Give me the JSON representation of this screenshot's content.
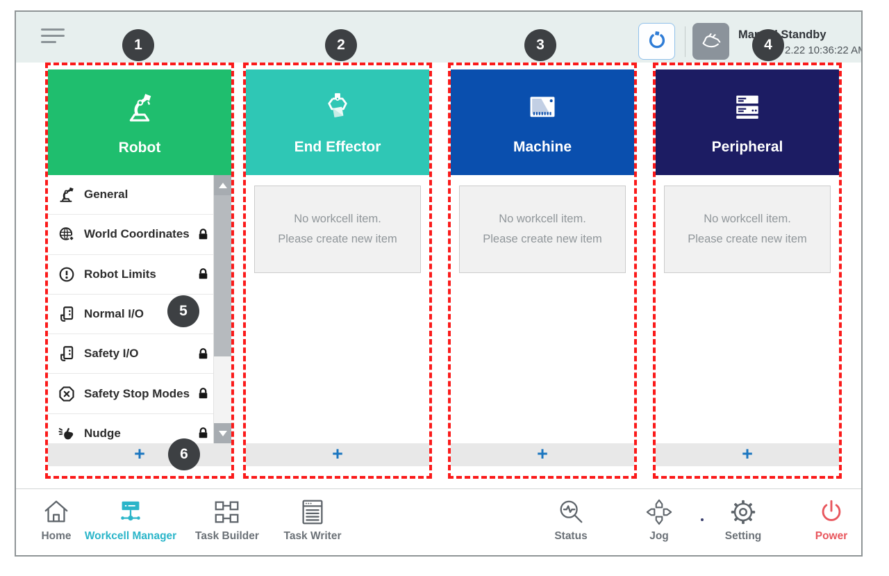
{
  "topbar": {
    "status_title": "Manual Standby",
    "status_time": "2.22 10:36:22 AM"
  },
  "callouts": [
    {
      "number": "1"
    },
    {
      "number": "2"
    },
    {
      "number": "3"
    },
    {
      "number": "4"
    },
    {
      "number": "5"
    },
    {
      "number": "6"
    }
  ],
  "columns": [
    {
      "label": "Robot",
      "color": "#1fbe6e",
      "add_label": "+",
      "items": [
        {
          "label": "General",
          "locked": false
        },
        {
          "label": "World Coordinates",
          "locked": true
        },
        {
          "label": "Robot Limits",
          "locked": true
        },
        {
          "label": "Normal I/O",
          "locked": false
        },
        {
          "label": "Safety I/O",
          "locked": true
        },
        {
          "label": "Safety Stop Modes",
          "locked": true
        },
        {
          "label": "Nudge",
          "locked": true
        }
      ]
    },
    {
      "label": "End Effector",
      "color": "#2fc7b5",
      "add_label": "+",
      "empty": {
        "line1": "No workcell item.",
        "line2": "Please create new item"
      }
    },
    {
      "label": "Machine",
      "color": "#0a4fae",
      "add_label": "+",
      "empty": {
        "line1": "No workcell item.",
        "line2": "Please create new item"
      }
    },
    {
      "label": "Peripheral",
      "color": "#1c1c63",
      "add_label": "+",
      "empty": {
        "line1": "No workcell item.",
        "line2": "Please create new item"
      }
    }
  ],
  "nav": {
    "active_color": "#2ab5c9",
    "power_color": "#e8555c",
    "items": [
      {
        "label": "Home",
        "active": false
      },
      {
        "label": "Workcell Manager",
        "active": true
      },
      {
        "label": "Task Builder",
        "active": false
      },
      {
        "label": "Task Writer",
        "active": false
      },
      {
        "label": "Status",
        "active": false
      },
      {
        "label": "Jog",
        "active": false
      },
      {
        "label": "Setting",
        "active": false
      },
      {
        "label": "Power",
        "active": false
      }
    ]
  }
}
